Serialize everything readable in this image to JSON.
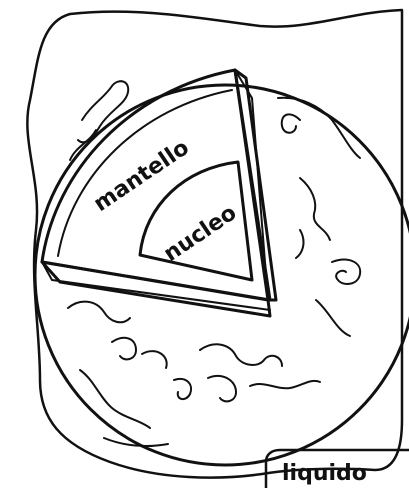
{
  "labels": {
    "mantle": "mantello",
    "core": "nucleo",
    "liquid": "liquido"
  }
}
